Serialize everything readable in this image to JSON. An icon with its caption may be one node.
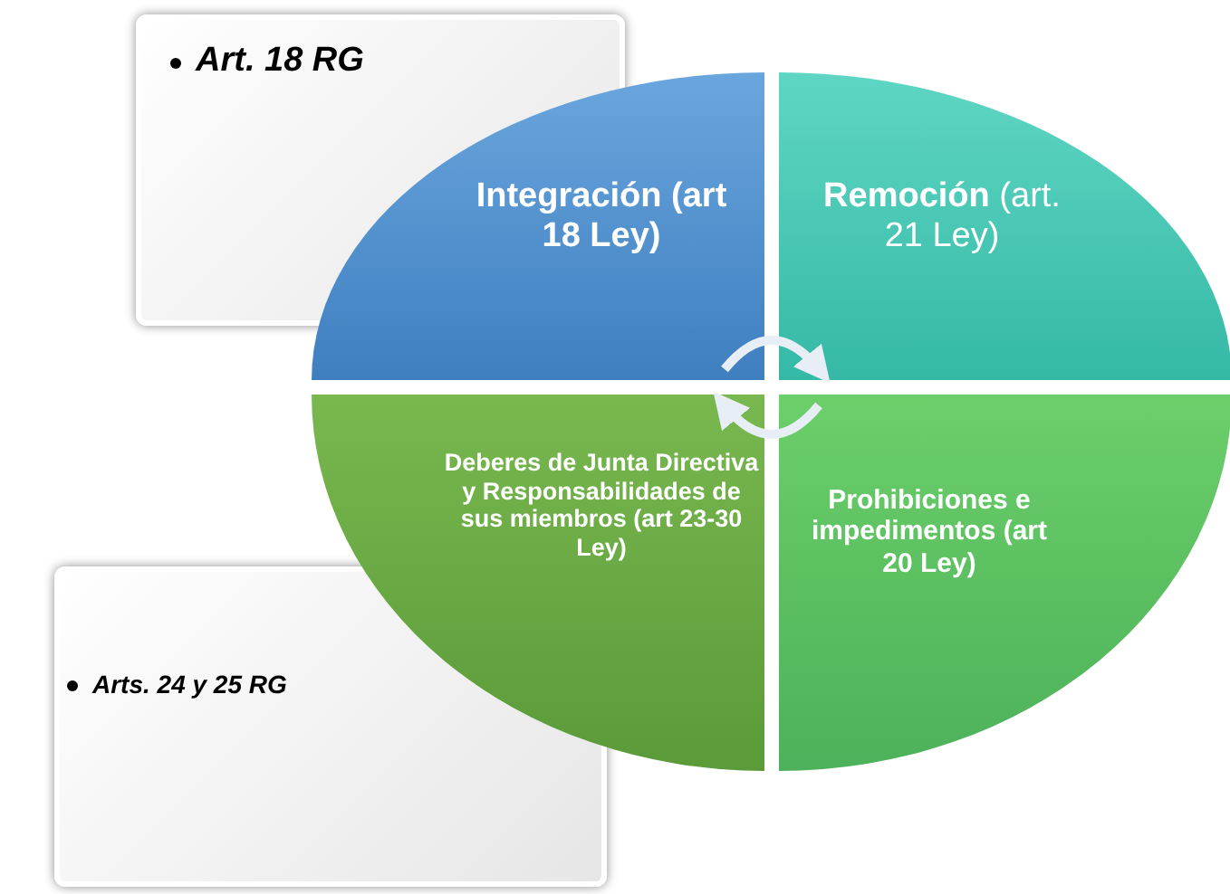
{
  "diagram": {
    "nodes": [
      {
        "text": [
          "Art. 18 RG"
        ]
      },
      {
        "text": [
          "Integración (art 18 Ley)"
        ]
      },
      {
        "text": [
          "**Remoción** (art. 21 Ley)"
        ]
      },
      {
        "text": [
          "Deberes de Junta Directiva y Responsabilidades de sus miembros (art 23-30 Ley)"
        ]
      },
      {
        "text": [
          "Prohibiciones e impedimentos (art 20 Ley)"
        ]
      },
      {
        "text": [
          "Arts. 24 y 25 RG"
        ]
      }
    ],
    "edges": [
      {
        "from": 1,
        "to": 2,
        "arrow": "to"
      },
      {
        "from": 4,
        "to": 3,
        "arrow": "to"
      }
    ]
  }
}
